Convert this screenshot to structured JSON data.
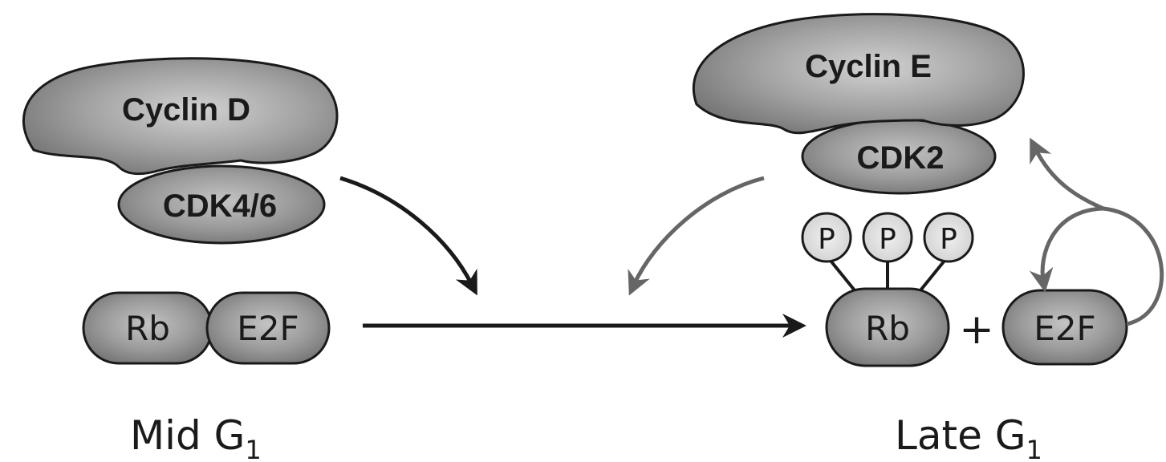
{
  "left": {
    "cyclin": "Cyclin D",
    "cdk": "CDK4/6",
    "rb": "Rb",
    "e2f": "E2F",
    "stage_text": "Mid G",
    "stage_sub": "1"
  },
  "right": {
    "cyclin": "Cyclin E",
    "cdk": "CDK2",
    "phosphates": [
      "P",
      "P",
      "P"
    ],
    "rb": "Rb",
    "plus": "+",
    "e2f": "E2F",
    "stage_text": "Late G",
    "stage_sub": "1"
  },
  "colors": {
    "protein_fill": "#8a8a8a",
    "protein_highlight": "#bdbdbd",
    "phosphate_fill": "#e2e2e2",
    "arrow_dark": "#1a1a1a",
    "arrow_gray": "#666666"
  }
}
